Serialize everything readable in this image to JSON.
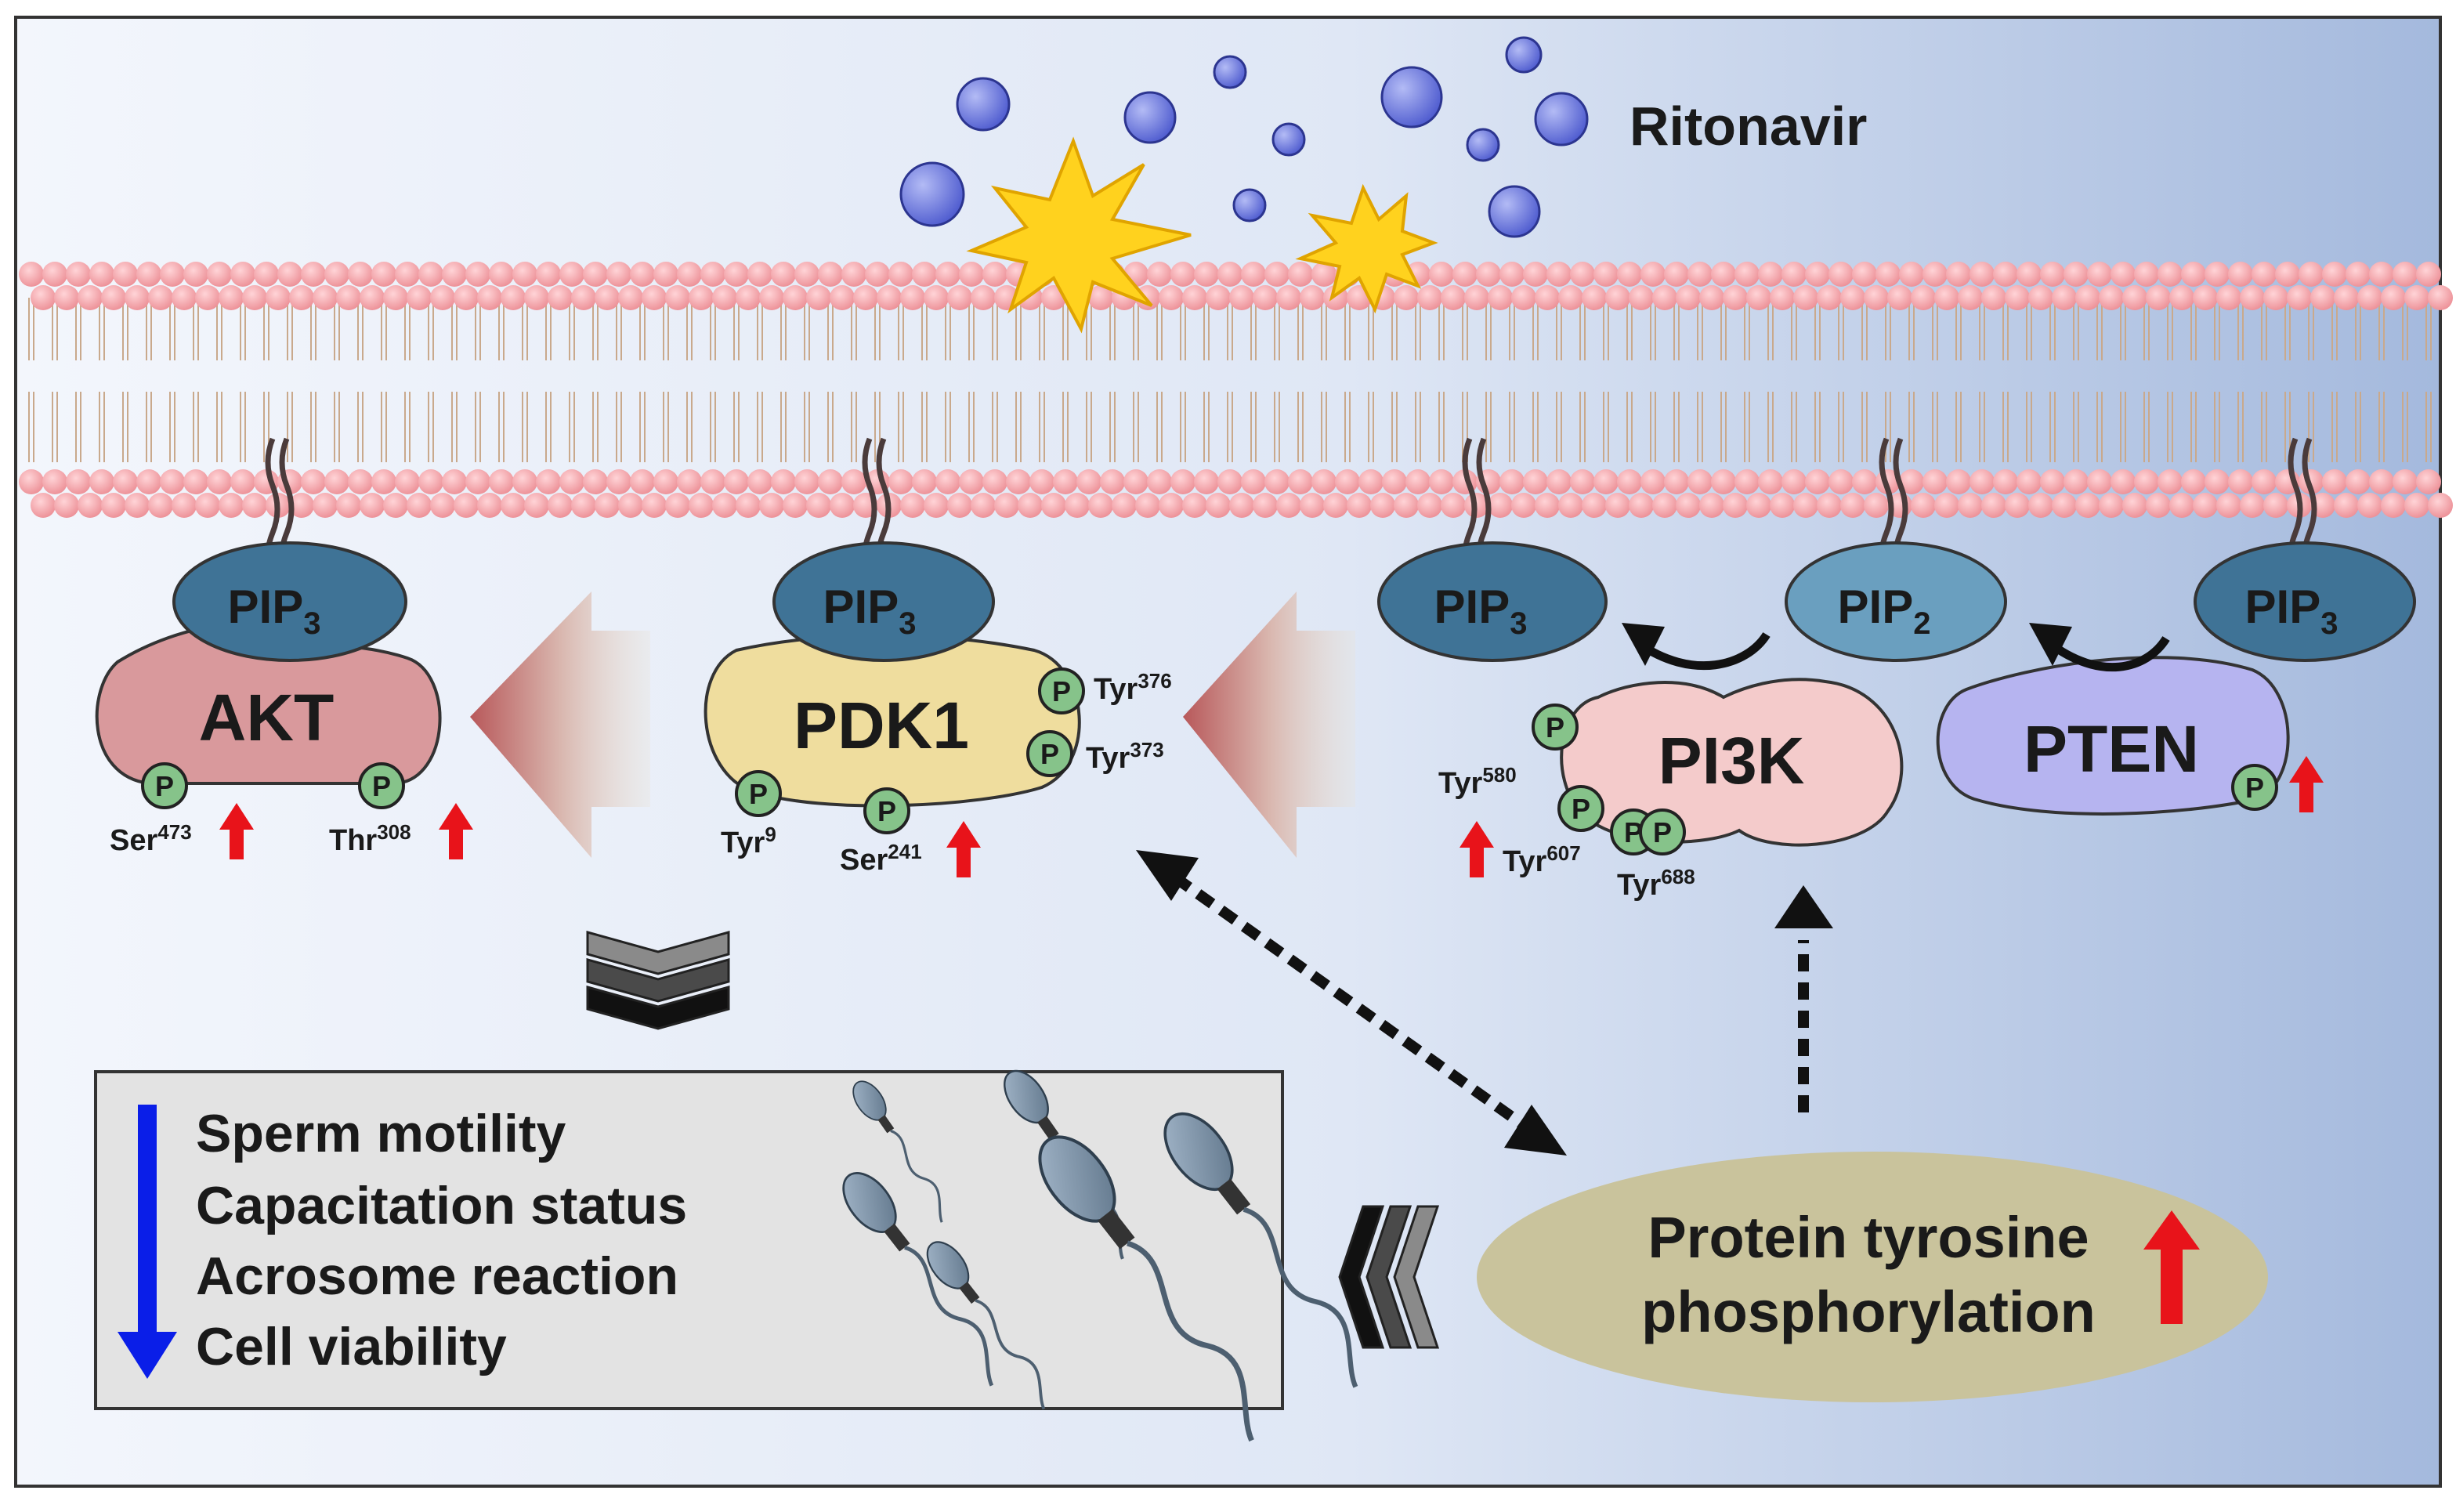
{
  "drug": {
    "label": "Ritonavir"
  },
  "proteins": {
    "akt": {
      "label": "AKT",
      "lipid": "PIP",
      "lipid_sub": "3"
    },
    "pdk1": {
      "label": "PDK1",
      "lipid": "PIP",
      "lipid_sub": "3"
    },
    "pi3k": {
      "label": "PI3K",
      "lipid_in": "PIP",
      "lipid_in_sub": "3",
      "lipid_out": "PIP",
      "lipid_out_sub": "2"
    },
    "pten": {
      "label": "PTEN",
      "lipid": "PIP",
      "lipid_sub": "3"
    }
  },
  "sites": {
    "akt_ser": {
      "base": "Ser",
      "num": "473",
      "up": true
    },
    "akt_thr": {
      "base": "Thr",
      "num": "308",
      "up": true
    },
    "pdk1_tyr9": {
      "base": "Tyr",
      "num": "9",
      "up": false
    },
    "pdk1_ser": {
      "base": "Ser",
      "num": "241",
      "up": true
    },
    "pdk1_tyr376": {
      "base": "Tyr",
      "num": "376",
      "up": false
    },
    "pdk1_tyr373": {
      "base": "Tyr",
      "num": "373",
      "up": false
    },
    "pi3k_tyr580": {
      "base": "Tyr",
      "num": "580",
      "up": false
    },
    "pi3k_tyr607": {
      "base": "Tyr",
      "num": "607",
      "up": true
    },
    "pi3k_tyr688": {
      "base": "Tyr",
      "num": "688",
      "up": false
    }
  },
  "phospho_symbol": "P",
  "outcomes": {
    "items": [
      "Sperm motility",
      "Capacitation status",
      "Acrosome reaction",
      "Cell viability"
    ],
    "direction": "down"
  },
  "tyrosine": {
    "line1": "Protein tyrosine",
    "line2": "phosphorylation",
    "direction": "up"
  },
  "colors": {
    "up_arrow": "#e8131a",
    "down_arrow": "#0a1ee8",
    "pip": "#3f7396",
    "pip2": "#6a9fbf",
    "akt": "#d9999c",
    "pdk1": "#efdd9e",
    "pi3k": "#f4cbcb",
    "pten": "#b6b4f0",
    "phospho": "#86c38a",
    "ritonavir": "#7d88e8",
    "burst": "#ffd21e",
    "membrane_head": "#f5a8ad",
    "ellipse": "#c9c39c"
  }
}
